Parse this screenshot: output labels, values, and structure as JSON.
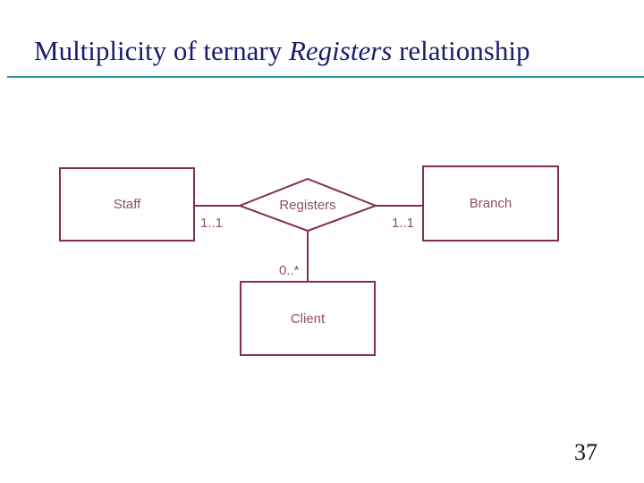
{
  "slide": {
    "title": {
      "prefix": "Multiplicity of ternary ",
      "italic": "Registers",
      "suffix": " relationship"
    },
    "page_number": "37"
  },
  "colors": {
    "title_text": "#1b1b6e",
    "title_underline": "#2e93a8",
    "diagram_stroke": "#82304e",
    "diagram_text": "#8d4f66",
    "page_number_text": "#111111",
    "background": "#ffffff"
  },
  "diagram": {
    "type": "er-diagram",
    "relationship": {
      "label": "Registers",
      "shape": "diamond"
    },
    "entities": {
      "staff": {
        "label": "Staff"
      },
      "branch": {
        "label": "Branch"
      },
      "client": {
        "label": "Client"
      }
    },
    "multiplicities": {
      "staff_side": "1..1",
      "branch_side": "1..1",
      "client_side": "0..*"
    },
    "connections": [
      {
        "from": "Staff",
        "to": "Registers",
        "multiplicity": "1..1"
      },
      {
        "from": "Branch",
        "to": "Registers",
        "multiplicity": "1..1"
      },
      {
        "from": "Client",
        "to": "Registers",
        "multiplicity": "0..*"
      }
    ]
  }
}
